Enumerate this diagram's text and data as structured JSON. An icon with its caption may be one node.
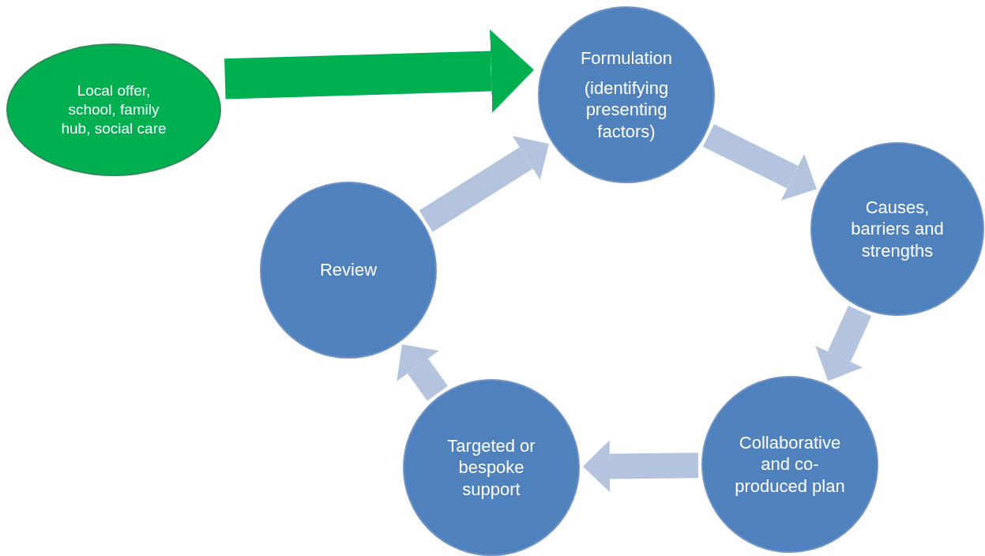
{
  "diagram": {
    "nodes": [
      {
        "text": [
          "Local offer, school, family hub, social care"
        ]
      },
      {
        "text": [
          "Formulation",
          "(identifying presenting factors)"
        ]
      },
      {
        "text": [
          "Causes, barriers and strengths"
        ]
      },
      {
        "text": [
          "Collaborative and co-produced plan"
        ]
      },
      {
        "text": [
          "Targeted or bespoke support"
        ]
      },
      {
        "text": [
          "Review"
        ]
      }
    ],
    "edges": [
      {
        "from": 0,
        "to": 1,
        "arrow": "to",
        "color": "#00b050"
      },
      {
        "from": 1,
        "to": 2,
        "arrow": "to"
      },
      {
        "from": 2,
        "to": 3,
        "arrow": "to"
      },
      {
        "from": 3,
        "to": 4,
        "arrow": "to"
      },
      {
        "from": 4,
        "to": 5,
        "arrow": "to"
      },
      {
        "from": 5,
        "to": 1,
        "arrow": "to"
      }
    ]
  }
}
